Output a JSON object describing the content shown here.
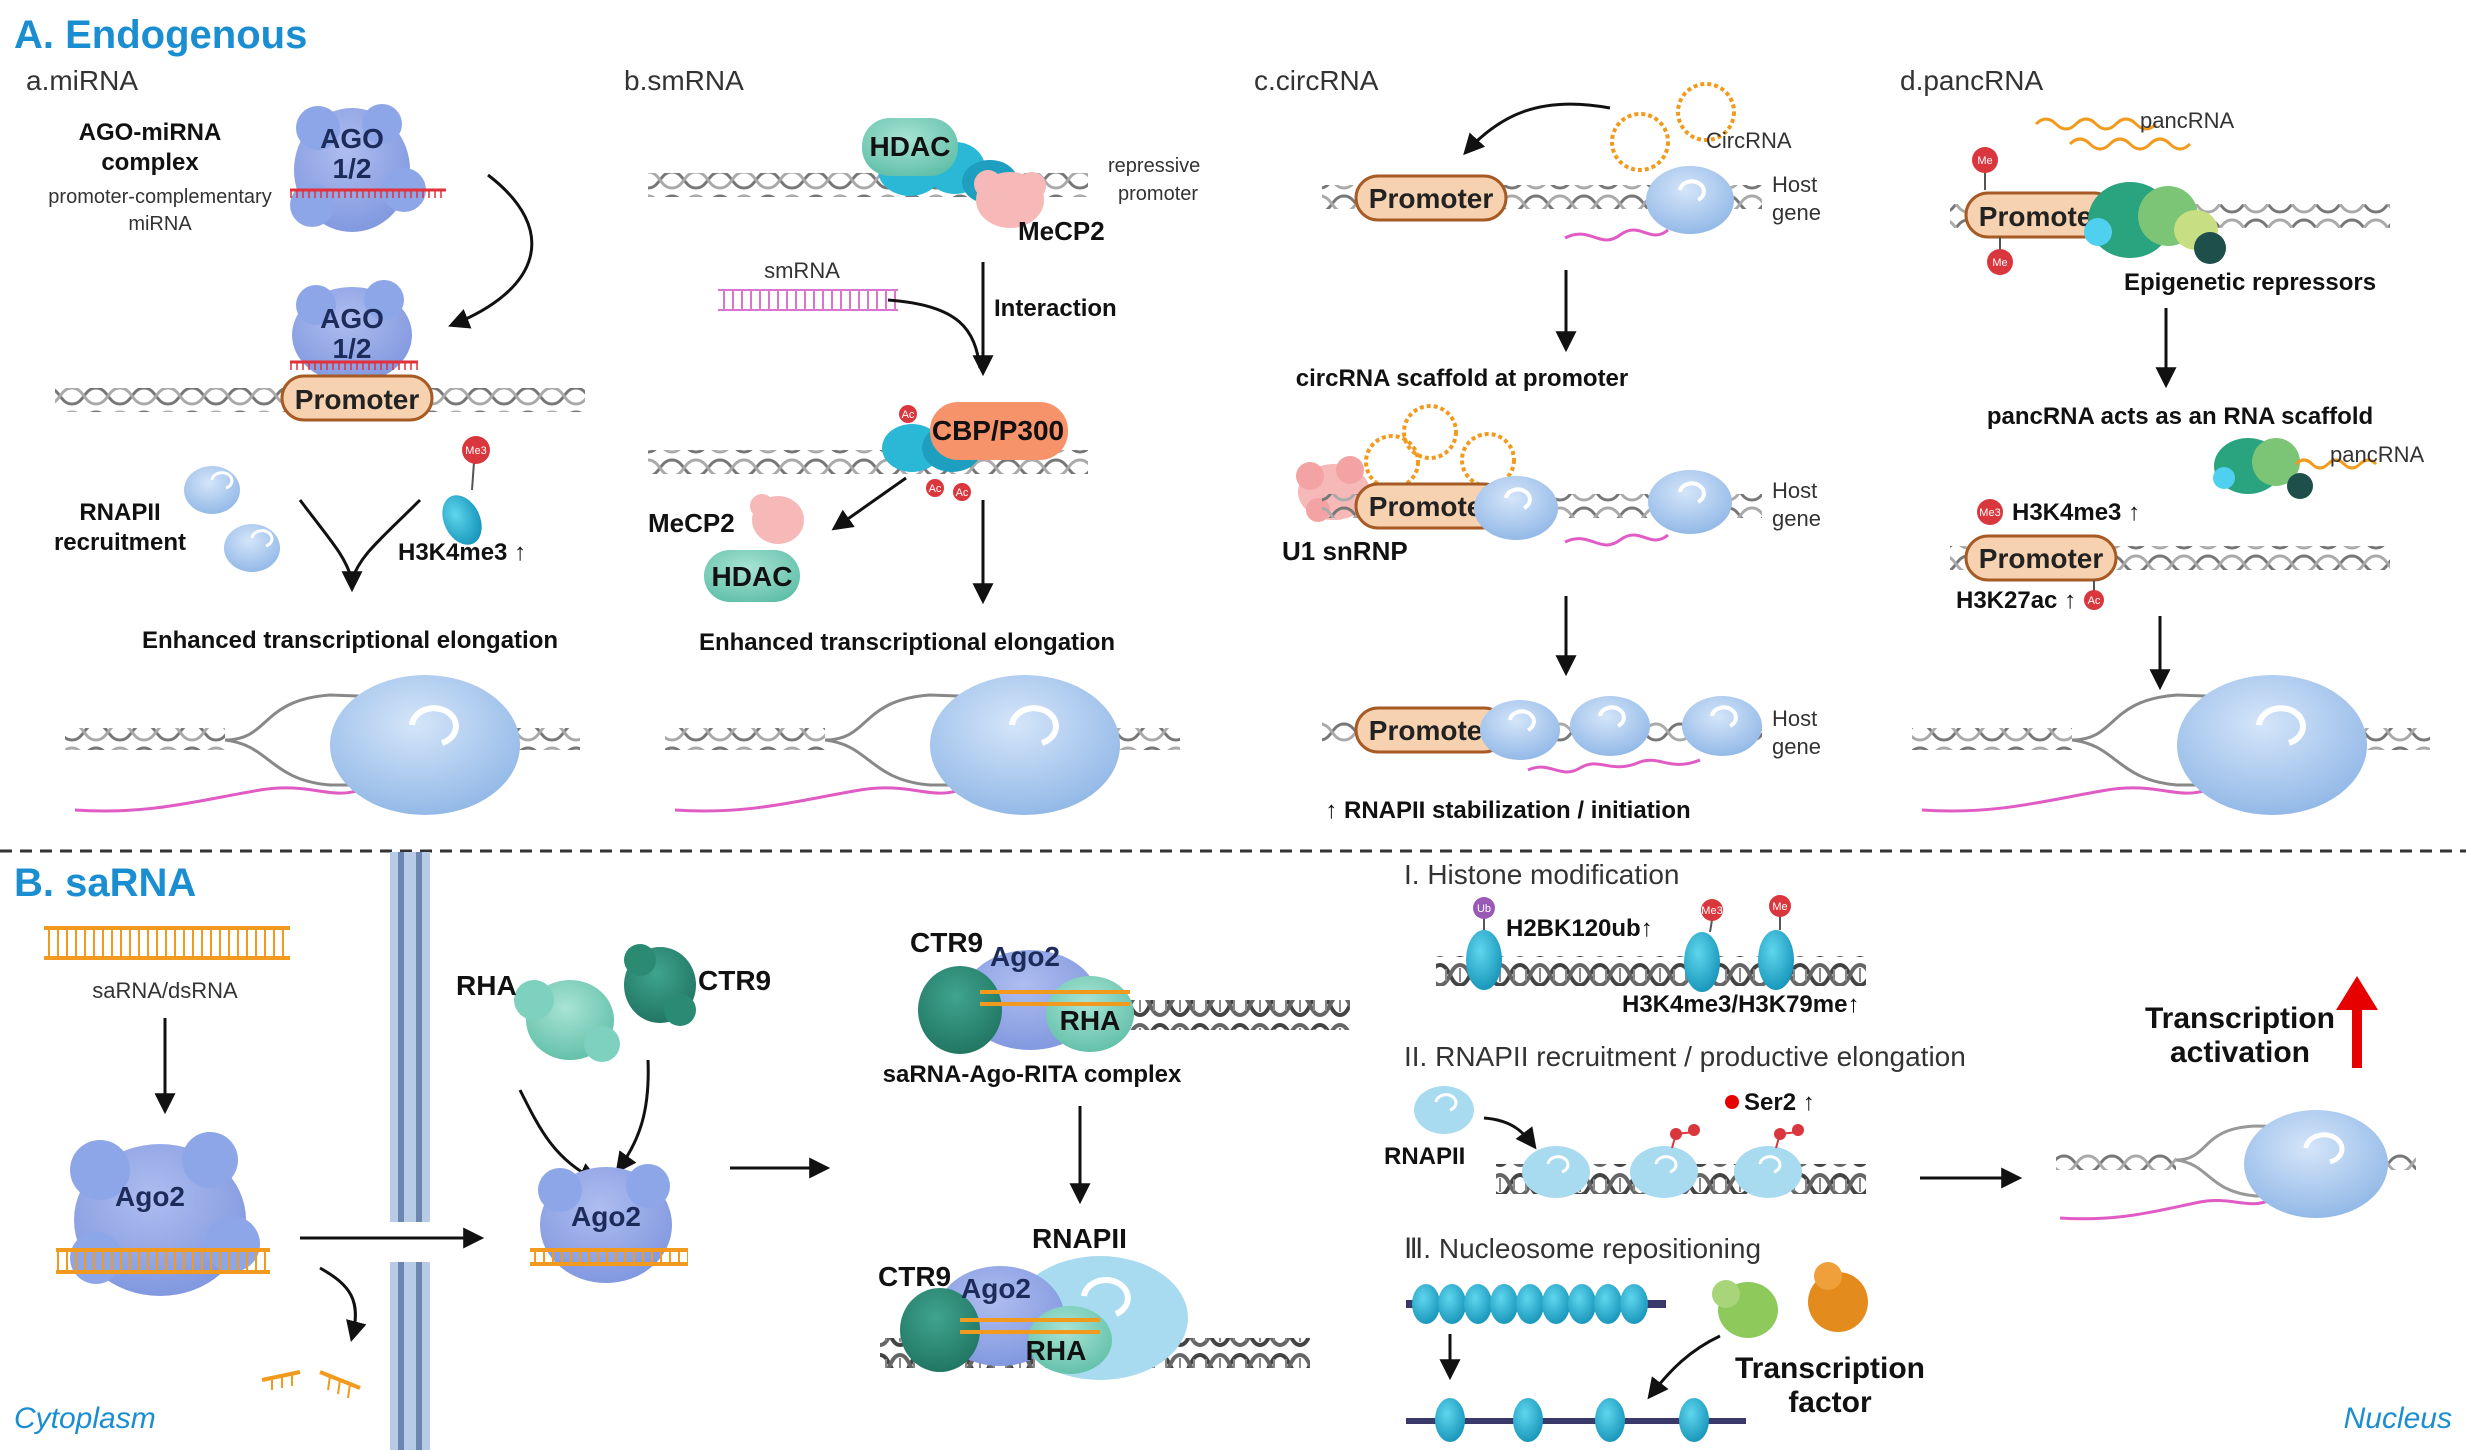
{
  "section_a": {
    "title": "A. Endogenous",
    "mirna": {
      "panel_title": "a.miRNA",
      "complex_label_1": "AGO-miRNA",
      "complex_label_2": "complex",
      "pc_label_1": "promoter-complementary",
      "pc_label_2": "miRNA",
      "ago_1": "AGO",
      "ago_2": "1/2",
      "promoter": "Promoter",
      "rnapii_label_1": "RNAPII",
      "rnapii_label_2": "recruitment",
      "mark": "H3K4me3 ↑",
      "me3": "Me3",
      "result": "Enhanced transcriptional elongation"
    },
    "smrna": {
      "panel_title": "b.smRNA",
      "hdac": "HDAC",
      "mecp2": "MeCP2",
      "repressive_1": "repressive",
      "repressive_2": "promoter",
      "smrna_label": "smRNA",
      "interaction": "Interaction",
      "cbp": "CBP/P300",
      "ac": "Ac",
      "mecp2_2": "MeCP2",
      "hdac_2": "HDAC",
      "result": "Enhanced transcriptional elongation"
    },
    "circrna": {
      "panel_title": "c.circRNA",
      "circrna_label": "CircRNA",
      "promoter": "Promoter",
      "host_1": "Host",
      "host_2": "gene",
      "scaffold": "circRNA scaffold at promoter",
      "u1": "U1 snRNP",
      "result": "↑ RNAPII stabilization / initiation"
    },
    "pancrna": {
      "panel_title": "d.pancRNA",
      "pancrna_label": "pancRNA",
      "promoter": "Promoter",
      "me": "Me",
      "repressors": "Epigenetic repressors",
      "scaffold": "pancRNA acts as an RNA scaffold",
      "pancrna_label_2": "pancRNA",
      "me3": "Me3",
      "mark_1": "H3K4me3 ↑",
      "mark_2": "H3K27ac ↑",
      "ac": "Ac"
    }
  },
  "section_b": {
    "title": "B. saRNA",
    "dsrna_label": "saRNA/dsRNA",
    "ago2": "Ago2",
    "rha": "RHA",
    "ctr9": "CTR9",
    "complex_label": "saRNA-Ago-RITA complex",
    "rnapii": "RNAPII",
    "histone_title": "I. Histone modification",
    "ub": "Ub",
    "me3": "Me3",
    "me": "Me",
    "h2bk": "H2BK120ub↑",
    "h3k": "H3K4me3/H3K79me↑",
    "recruit_title": "II. RNAPII recruitment / productive elongation",
    "rnapii_2": "RNAPII",
    "ser2": "Ser2 ↑",
    "nucleosome_title": "Ⅲ. Nucleosome repositioning",
    "tf_1": "Transcription",
    "tf_2": "factor",
    "activation_1": "Transcription",
    "activation_2": "activation",
    "cytoplasm": "Cytoplasm",
    "nucleus": "Nucleus"
  },
  "colors": {
    "section_blue": "#1a8ed1",
    "pol_blue": "#a9c8ee",
    "ago_blue": "#8da6e8",
    "promoter_fill": "#f6d2b0",
    "promoter_stroke": "#a65a24",
    "hdac_teal": "#7fd1bf",
    "mecp2_pink": "#f7b8b8",
    "cbp_orange": "#f7936a",
    "rna_magenta": "#e05bc4",
    "sarna_orange": "#f29a1d",
    "activation_red": "#e60000"
  }
}
